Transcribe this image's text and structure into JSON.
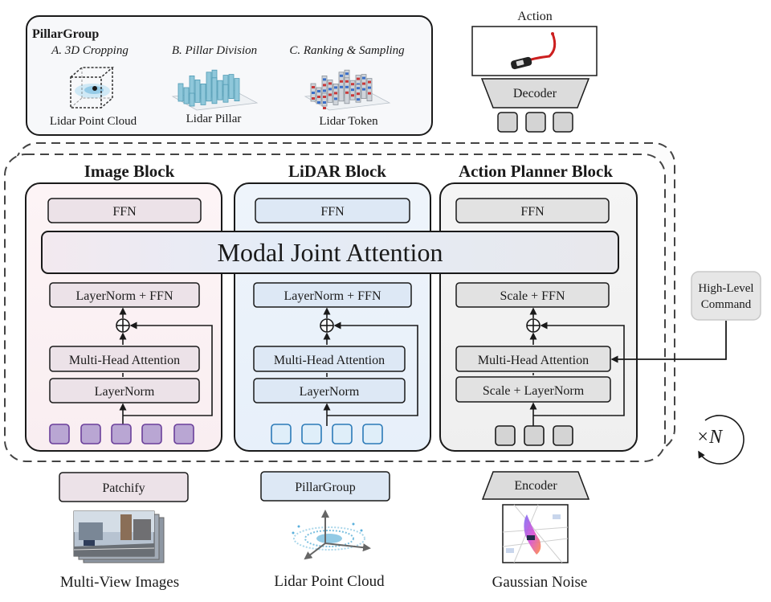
{
  "pillargroup_panel": {
    "title": "PillarGroup",
    "steps": [
      {
        "title": "A. 3D Cropping",
        "caption": "Lidar Point Cloud"
      },
      {
        "title": "B. Pillar Division",
        "caption": "Lidar Pillar"
      },
      {
        "title": "C. Ranking & Sampling",
        "caption": "Lidar Token"
      }
    ]
  },
  "output": {
    "action_label": "Action",
    "decoder_label": "Decoder"
  },
  "blocks": {
    "image": {
      "title": "Image Block",
      "ffn": "FFN",
      "norm_ffn": "LayerNorm + FFN",
      "attention": "Multi-Head Attention",
      "norm": "LayerNorm",
      "input_label": "Patchify",
      "caption": "Multi-View Images"
    },
    "lidar": {
      "title": "LiDAR Block",
      "ffn": "FFN",
      "norm_ffn": "LayerNorm + FFN",
      "attention": "Multi-Head Attention",
      "norm": "LayerNorm",
      "input_label": "PillarGroup",
      "caption": "Lidar Point Cloud"
    },
    "action": {
      "title": "Action Planner Block",
      "ffn": "FFN",
      "norm_ffn": "Scale + FFN",
      "attention": "Multi-Head Attention",
      "norm": "Scale + LayerNorm",
      "input_label": "Encoder",
      "caption": "Gaussian Noise"
    }
  },
  "joint_attention": "Modal Joint Attention",
  "command": {
    "line1": "High-Level",
    "line2": "Command"
  },
  "repeat": "×N",
  "colors": {
    "image_block_fill": "#fdf4f6",
    "lidar_block_fill": "#eef4fb",
    "action_block_fill": "#f3f3f3",
    "image_token": "#b9a6d3",
    "lidar_token": "#dfeef9",
    "action_token": "#d4d4d4",
    "trajectory": "#cc1f1f"
  }
}
